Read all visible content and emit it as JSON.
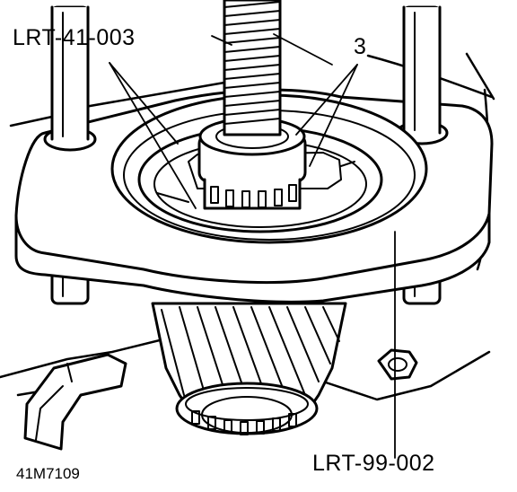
{
  "callouts": {
    "top_left": "LRT-41-003",
    "top_right": "3",
    "bottom_right": "LRT-99-002"
  },
  "figure_id": "41M7109"
}
